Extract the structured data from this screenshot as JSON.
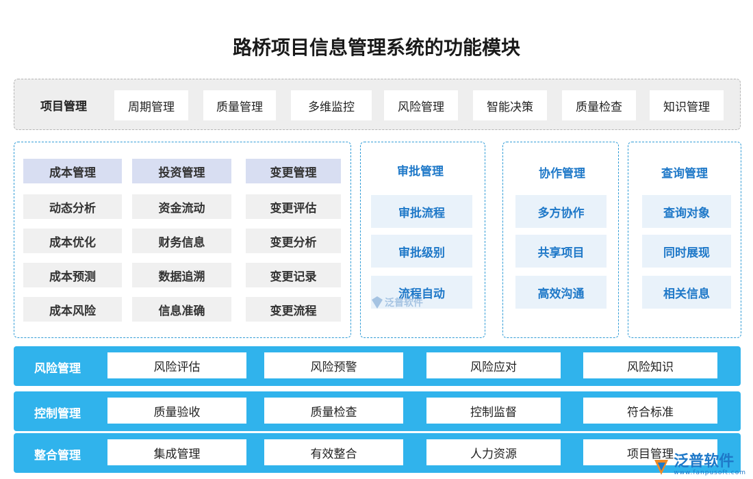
{
  "title": "路桥项目信息管理系统的功能模块",
  "top_row": {
    "head": "项目管理",
    "items": [
      "周期管理",
      "质量管理",
      "多维监控",
      "风险管理",
      "智能决策",
      "质量检查",
      "知识管理"
    ]
  },
  "left_panel": {
    "columns": [
      {
        "head": "成本管理",
        "items": [
          "动态分析",
          "成本优化",
          "成本预测",
          "成本风险"
        ]
      },
      {
        "head": "投资管理",
        "items": [
          "资金流动",
          "财务信息",
          "数据追溯",
          "信息准确"
        ]
      },
      {
        "head": "变更管理",
        "items": [
          "变更评估",
          "变更分析",
          "变更记录",
          "变更流程"
        ]
      }
    ]
  },
  "panels": [
    {
      "head": "审批管理",
      "items": [
        "审批流程",
        "审批级别",
        "流程自动"
      ]
    },
    {
      "head": "协作管理",
      "items": [
        "多方协作",
        "共享项目",
        "高效沟通"
      ]
    },
    {
      "head": "查询管理",
      "items": [
        "查询对象",
        "同时展现",
        "相关信息"
      ]
    }
  ],
  "bars": [
    {
      "label": "风险管理",
      "items": [
        "风险评估",
        "风险预警",
        "风险应对",
        "风险知识"
      ]
    },
    {
      "label": "控制管理",
      "items": [
        "质量验收",
        "质量检查",
        "控制监督",
        "符合标准"
      ]
    },
    {
      "label": "整合管理",
      "items": [
        "集成管理",
        "有效整合",
        "人力资源",
        "项目管理"
      ]
    }
  ],
  "watermark": "泛普软件",
  "logo": {
    "name": "泛普软件",
    "url": "www.fanpusoft.com"
  }
}
